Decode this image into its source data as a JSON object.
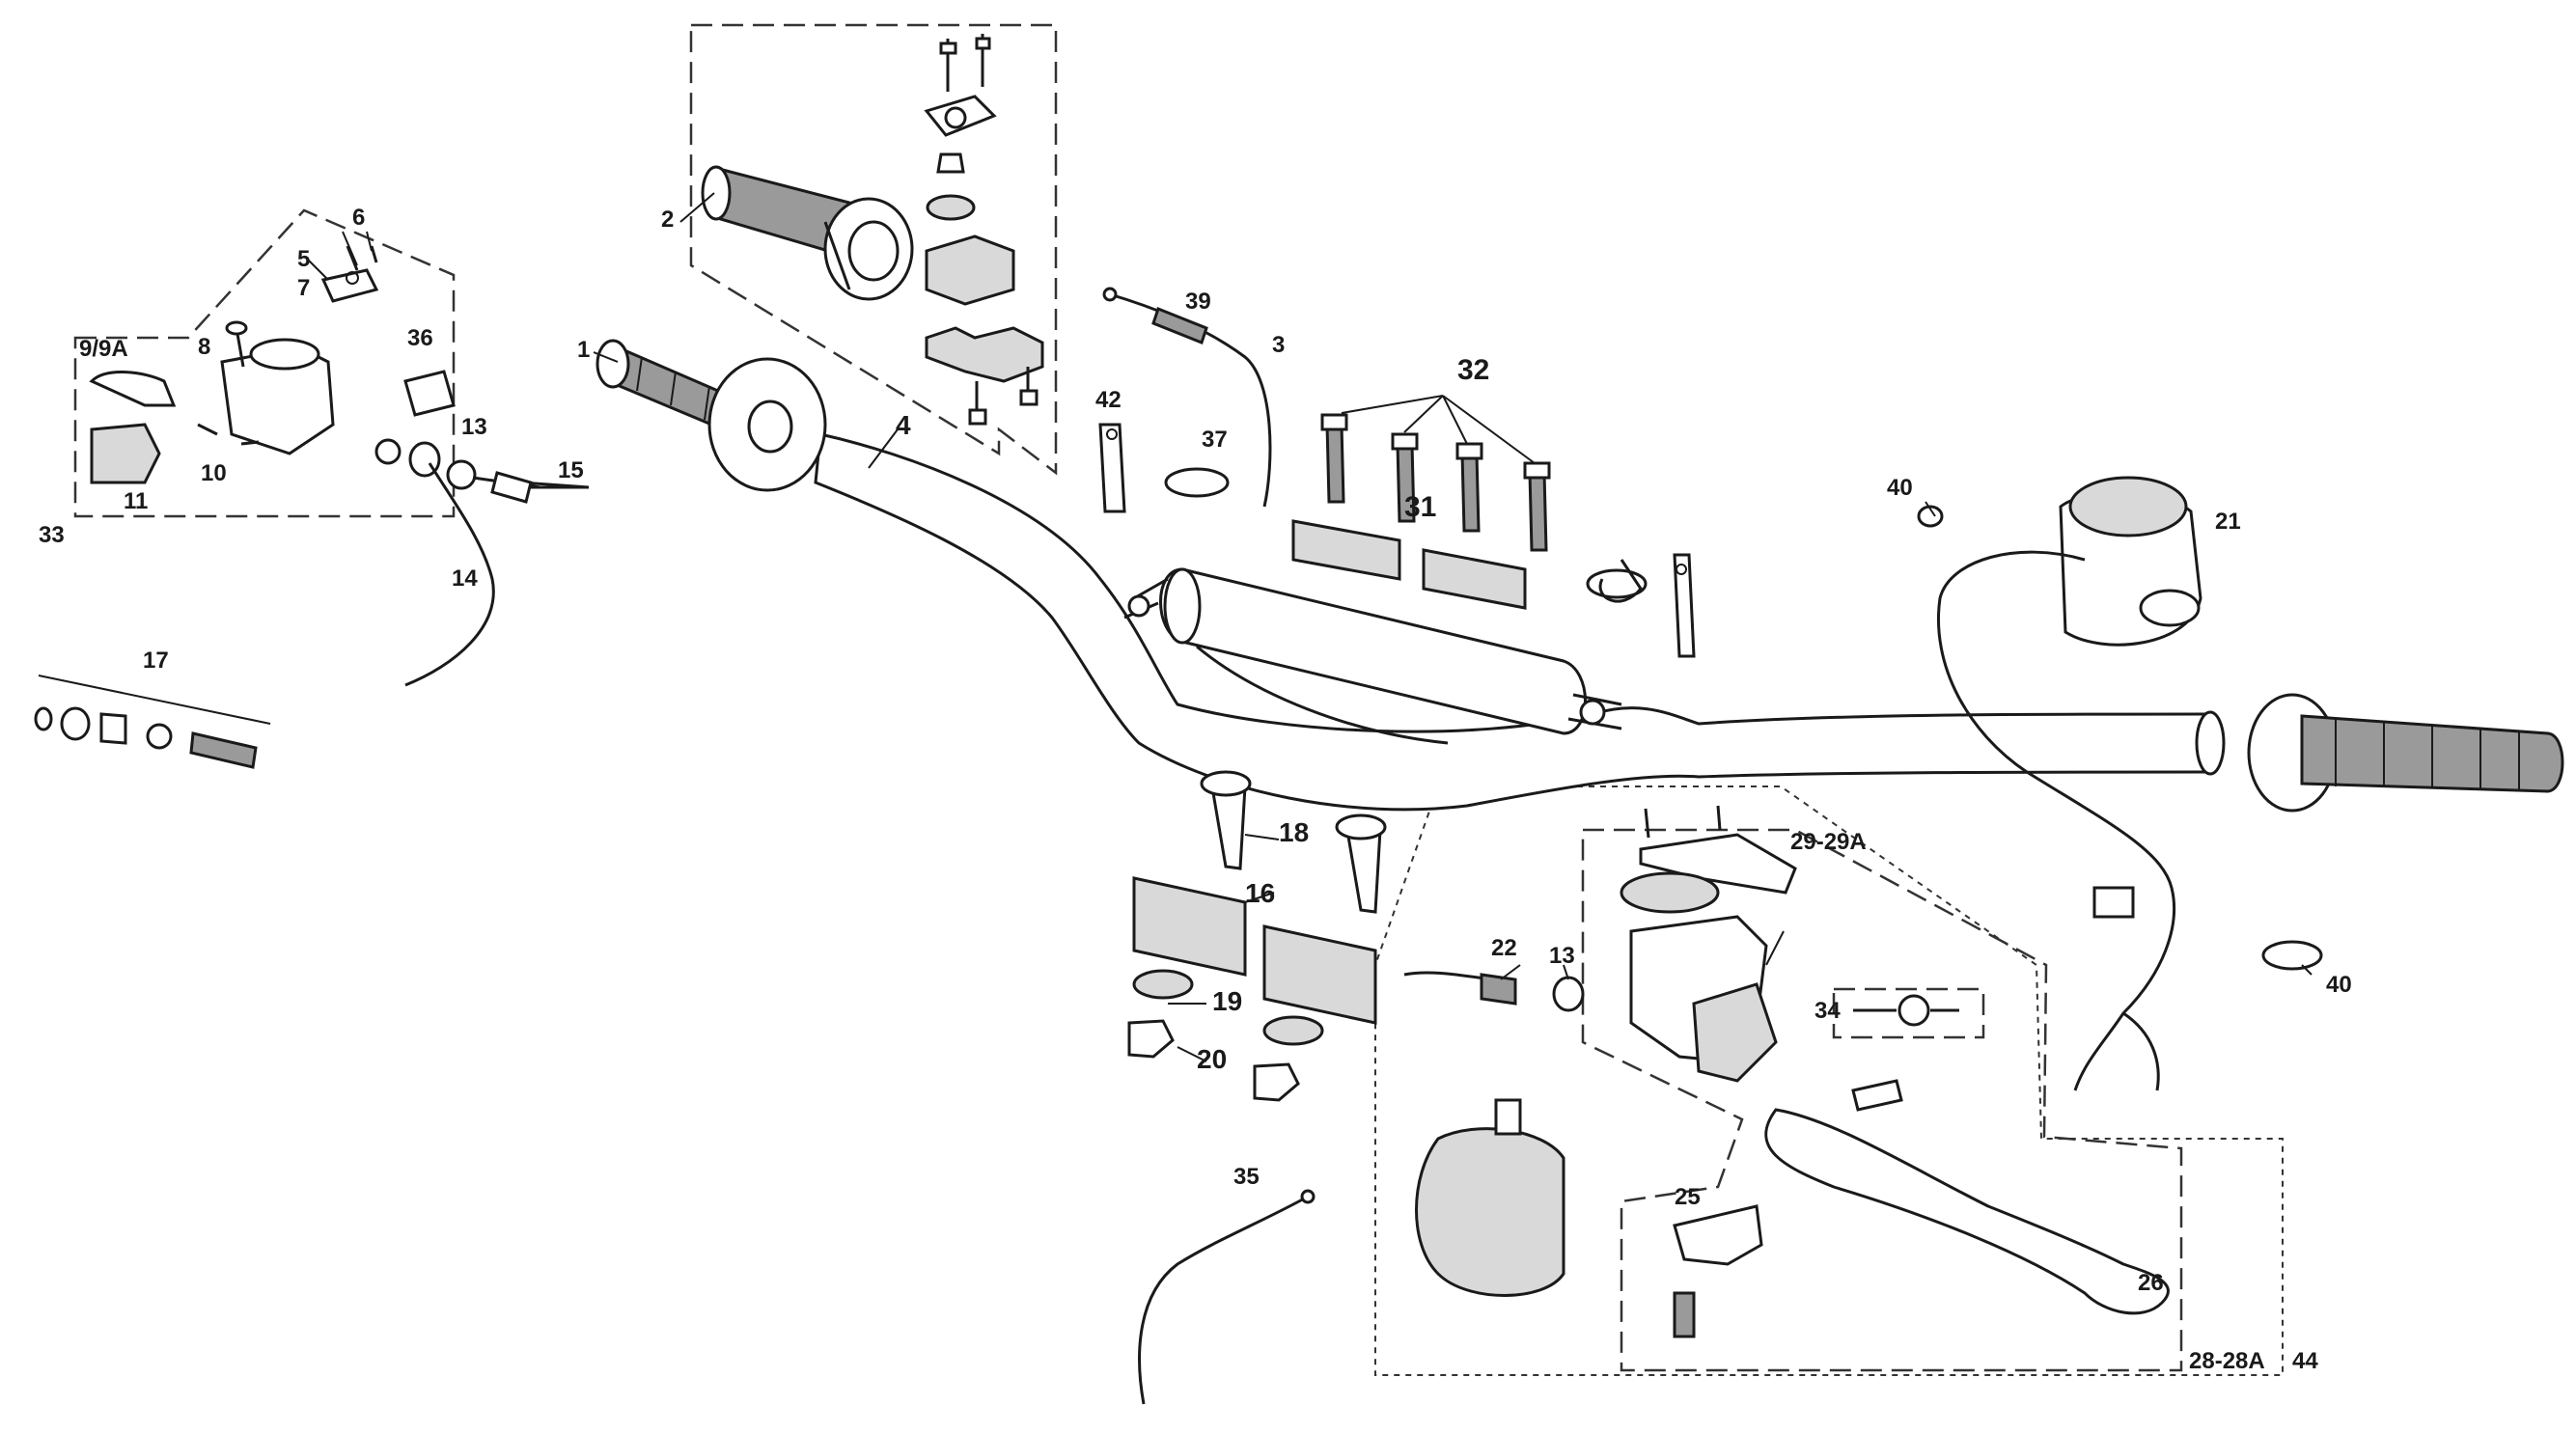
{
  "labels": {
    "p1": "1",
    "p2": "2",
    "p3": "3",
    "p4": "4",
    "p5": "5",
    "p6": "6",
    "p7": "7",
    "p8": "8",
    "p9": "9/9A",
    "p10": "10",
    "p11": "11",
    "p13a": "13",
    "p13b": "13",
    "p14": "14",
    "p15": "15",
    "p16": "16",
    "p17": "17",
    "p18": "18",
    "p19": "19",
    "p20": "20",
    "p21": "21",
    "p22": "22",
    "p25": "25",
    "p26": "26",
    "p28": "28-28A",
    "p29": "29-29A",
    "p31": "31",
    "p32": "32",
    "p33": "33",
    "p34": "34",
    "p35": "35",
    "p36": "36",
    "p37": "37",
    "p39": "39",
    "p40a": "40",
    "p40b": "40",
    "p42": "42",
    "p44": "44"
  }
}
